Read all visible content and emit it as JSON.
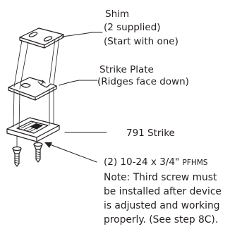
{
  "labels": {
    "shim_title": "Shim",
    "shim_qty": "(2 supplied)",
    "shim_start": "(Start with one)",
    "plate_title": "Strike Plate",
    "plate_note": "(Ridges face down)",
    "strike_title": "791 Strike",
    "screw_qty": "(2) 10-24 x 3/4\"",
    "screw_type": "PFHMS"
  },
  "note": [
    "Note: Third screw must",
    "be installed after device",
    "is adjusted and working",
    "properly. (See step 8C)."
  ]
}
